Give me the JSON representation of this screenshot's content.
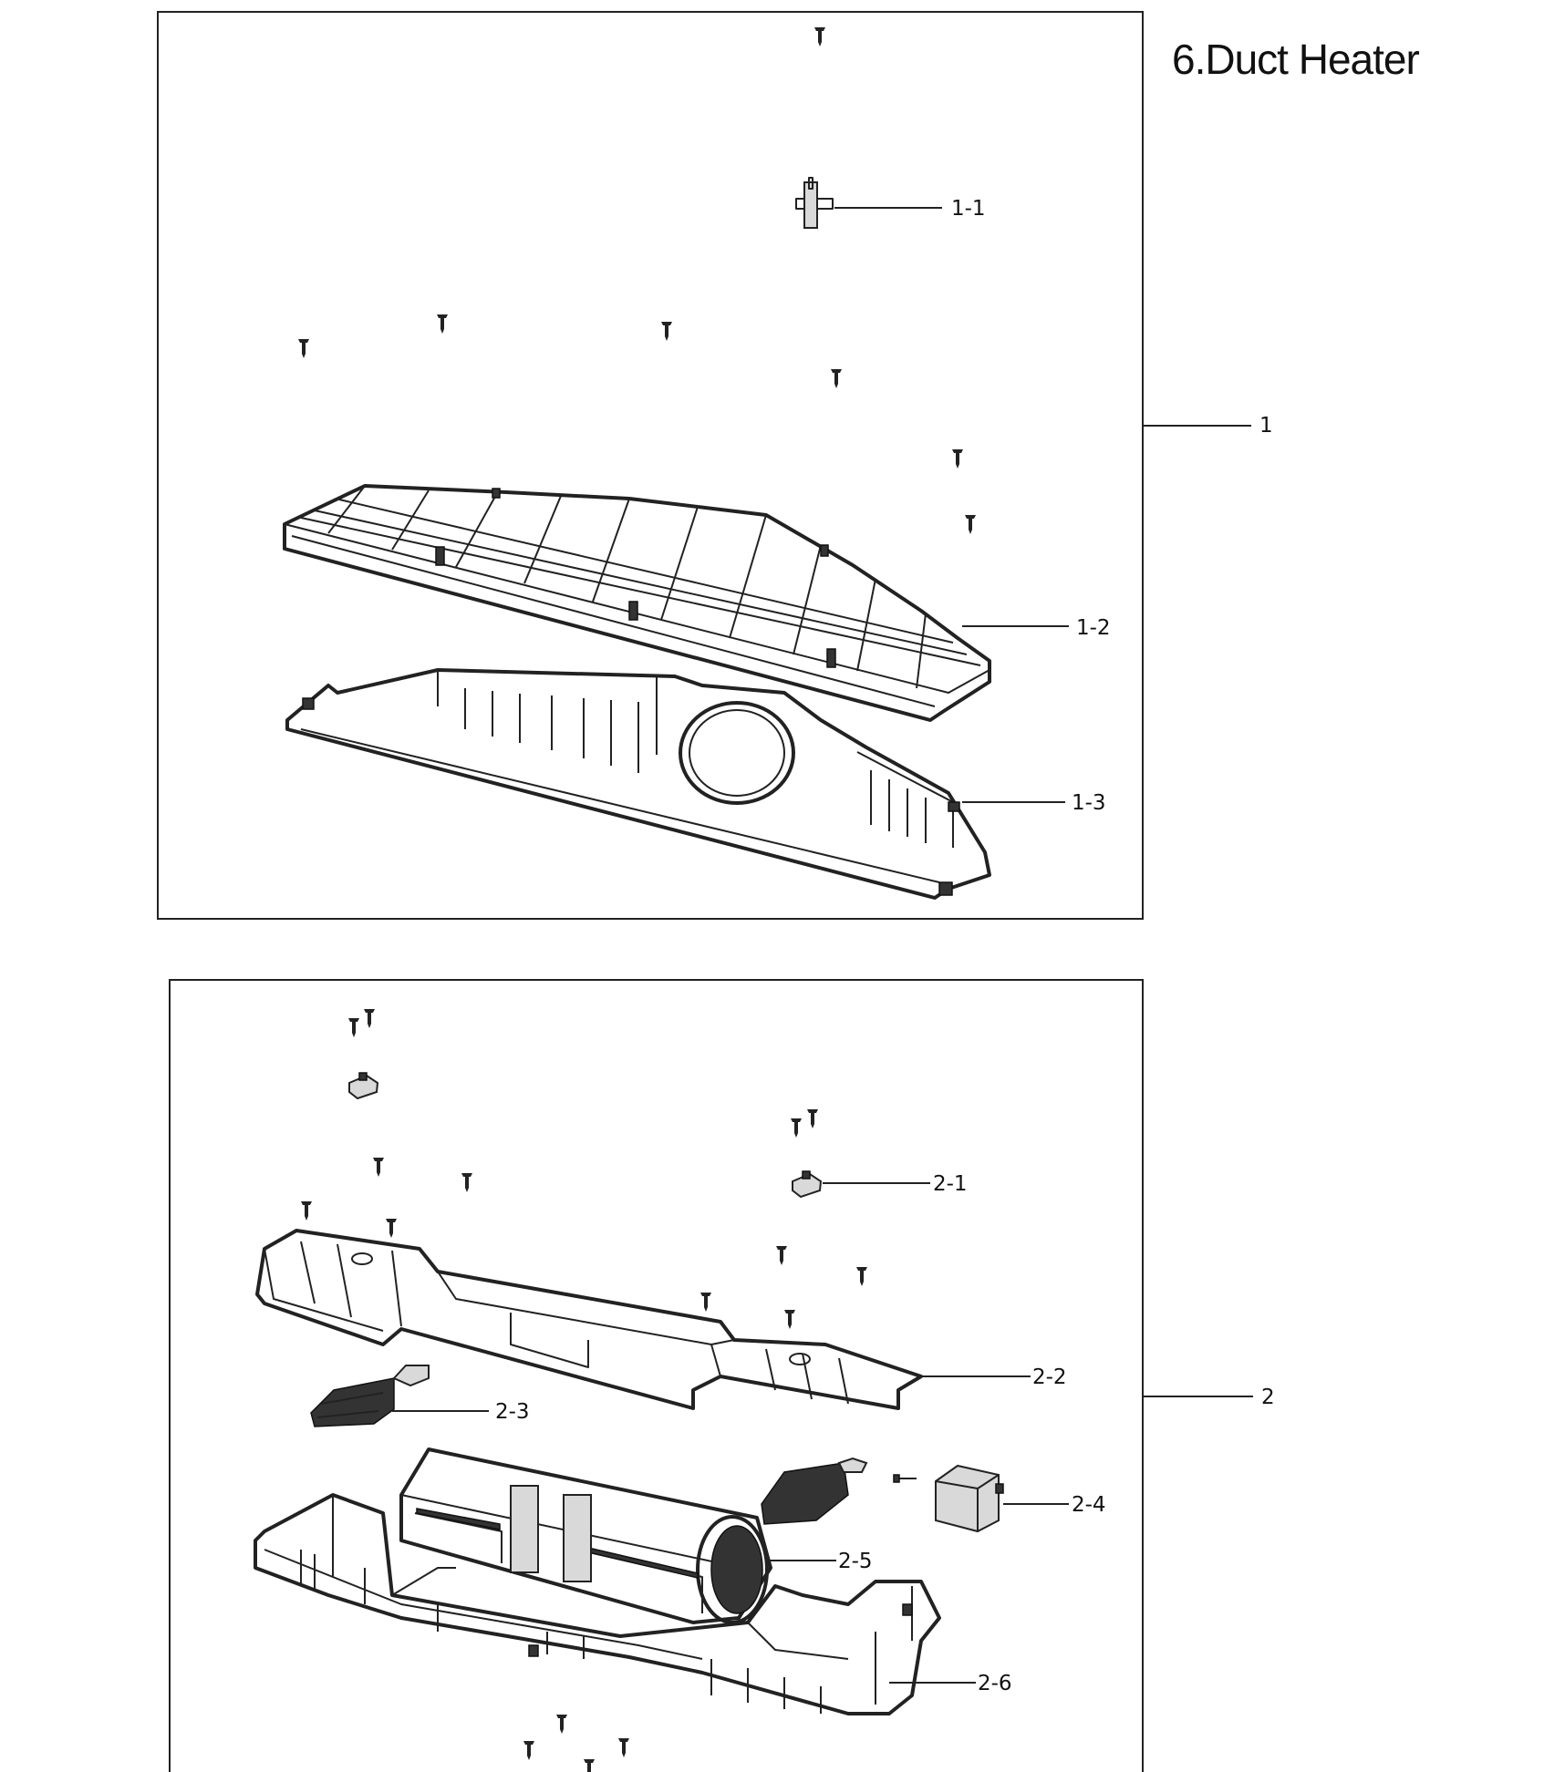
{
  "title": "6.Duct Heater",
  "groups": [
    {
      "id": "1",
      "label": "1",
      "parts": [
        {
          "label": "1-1"
        },
        {
          "label": "1-2"
        },
        {
          "label": "1-3"
        }
      ]
    },
    {
      "id": "2",
      "label": "2",
      "parts": [
        {
          "label": "2-1"
        },
        {
          "label": "2-2"
        },
        {
          "label": "2-3"
        },
        {
          "label": "2-4"
        },
        {
          "label": "2-5"
        },
        {
          "label": "2-6"
        }
      ]
    }
  ]
}
